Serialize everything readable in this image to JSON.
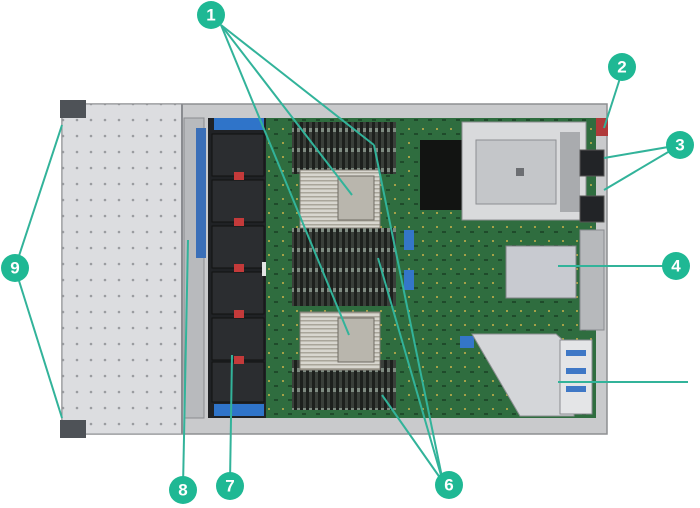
{
  "colors": {
    "callout_fill": "#1fb894",
    "leader_line": "#32b39a",
    "pcb_green": "#2e6b3f",
    "fan_black": "#1c1c1c",
    "fan_blue": "#2f74c9",
    "chassis_grey": "#d8d9db"
  },
  "callouts": [
    {
      "id": "c1",
      "label": "1"
    },
    {
      "id": "c2",
      "label": "2"
    },
    {
      "id": "c3",
      "label": "3"
    },
    {
      "id": "c4",
      "label": "4"
    },
    {
      "id": "c6",
      "label": "6"
    },
    {
      "id": "c7",
      "label": "7"
    },
    {
      "id": "c8",
      "label": "8"
    },
    {
      "id": "c9",
      "label": "9"
    }
  ]
}
